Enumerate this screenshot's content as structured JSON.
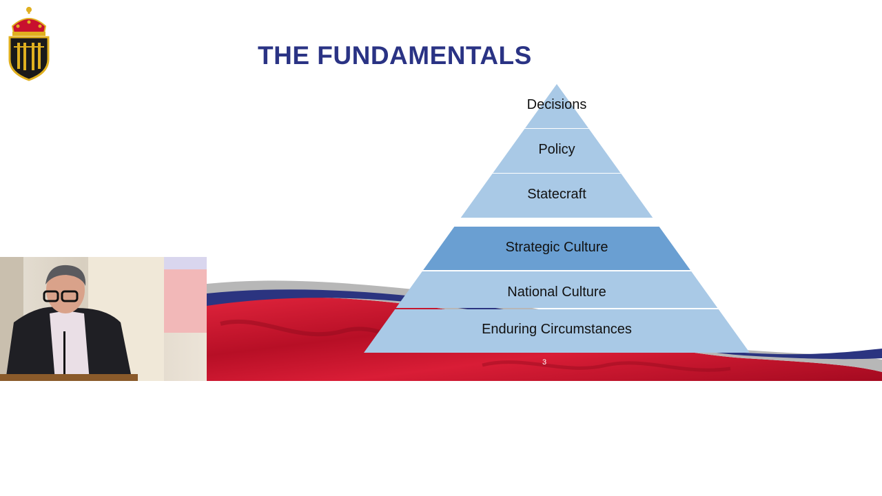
{
  "slide": {
    "title": "THE FUNDAMENTALS",
    "page_number": "3"
  },
  "pyramid": {
    "levels": [
      {
        "label": "Decisions",
        "color": "#a9c9e6"
      },
      {
        "label": "Policy",
        "color": "#a9c9e6"
      },
      {
        "label": "Statecraft",
        "color": "#a9c9e6"
      },
      {
        "label": "Strategic Culture",
        "color": "#6a9fd2"
      },
      {
        "label": "National Culture",
        "color": "#a9c9e6"
      },
      {
        "label": "Enduring Circumstances",
        "color": "#a9c9e6"
      }
    ]
  },
  "colors": {
    "title": "#2a3384",
    "banner_red": "#c8102e",
    "banner_navy": "#2b3480",
    "banner_gray": "#b7b7b7"
  },
  "icons": {
    "crest": "norwegian-crest-icon"
  }
}
